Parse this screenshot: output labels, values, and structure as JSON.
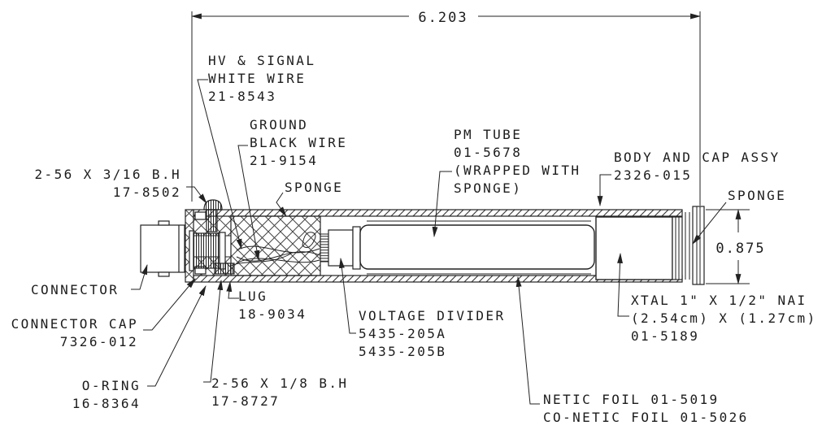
{
  "drawing": {
    "type": "engineering-cross-section",
    "line_color": "#222222",
    "background": "#ffffff",
    "dimensions": {
      "overall_length": "6.203",
      "diameter": "0.875"
    },
    "labels": {
      "hv_signal": "HV & SIGNAL\nWHITE WIRE\n21-8543",
      "ground": "GROUND\nBLACK WIRE\n21-9154",
      "sponge_left": "SPONGE",
      "pm_tube": "PM TUBE\n01-5678\n(WRAPPED WITH\nSPONGE)",
      "body_cap": "BODY AND CAP ASSY\n2326-015",
      "sponge_right": "SPONGE",
      "screw_3_16": "2-56 X 3/16 B.H\n17-8502",
      "connector": "CONNECTOR",
      "connector_cap": "CONNECTOR CAP\n7326-012",
      "o_ring": "O-RING\n16-8364",
      "lug": "LUG\n18-9034",
      "screw_1_8": "2-56 X 1/8 B.H\n17-8727",
      "voltage_divider": "VOLTAGE DIVIDER\n5435-205A\n5435-205B",
      "xtal": "XTAL 1\" X 1/2\" NAI\n(2.54cm) X (1.27cm)\n01-5189",
      "netic_foil": "NETIC FOIL 01-5019\nCO-NETIC FOIL 01-5026"
    }
  }
}
